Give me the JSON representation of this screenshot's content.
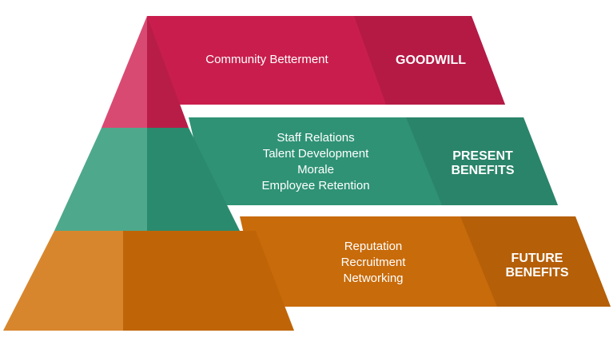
{
  "tiers": [
    {
      "id": "goodwill",
      "items": [
        "Community Betterment"
      ],
      "label_lines": [
        "GOODWILL"
      ],
      "colors": {
        "band": "#c91e4d",
        "band_dark": "#b51a45",
        "pyr_light": "#d94a72",
        "pyr_dark": "#b81d48"
      }
    },
    {
      "id": "present",
      "items": [
        "Staff Relations",
        "Talent Development",
        "Morale",
        "Employee Retention"
      ],
      "label_lines": [
        "PRESENT",
        "BENEFITS"
      ],
      "colors": {
        "band": "#2f9275",
        "band_dark": "#2a8469",
        "pyr_light": "#4ea88c",
        "pyr_dark": "#2a8a6d"
      }
    },
    {
      "id": "future",
      "items": [
        "Reputation",
        "Recruitment",
        "Networking"
      ],
      "label_lines": [
        "FUTURE",
        "BENEFITS"
      ],
      "colors": {
        "band": "#c86b0a",
        "band_dark": "#b55f08",
        "pyr_light": "#d8862d",
        "pyr_dark": "#bf6508"
      }
    }
  ]
}
